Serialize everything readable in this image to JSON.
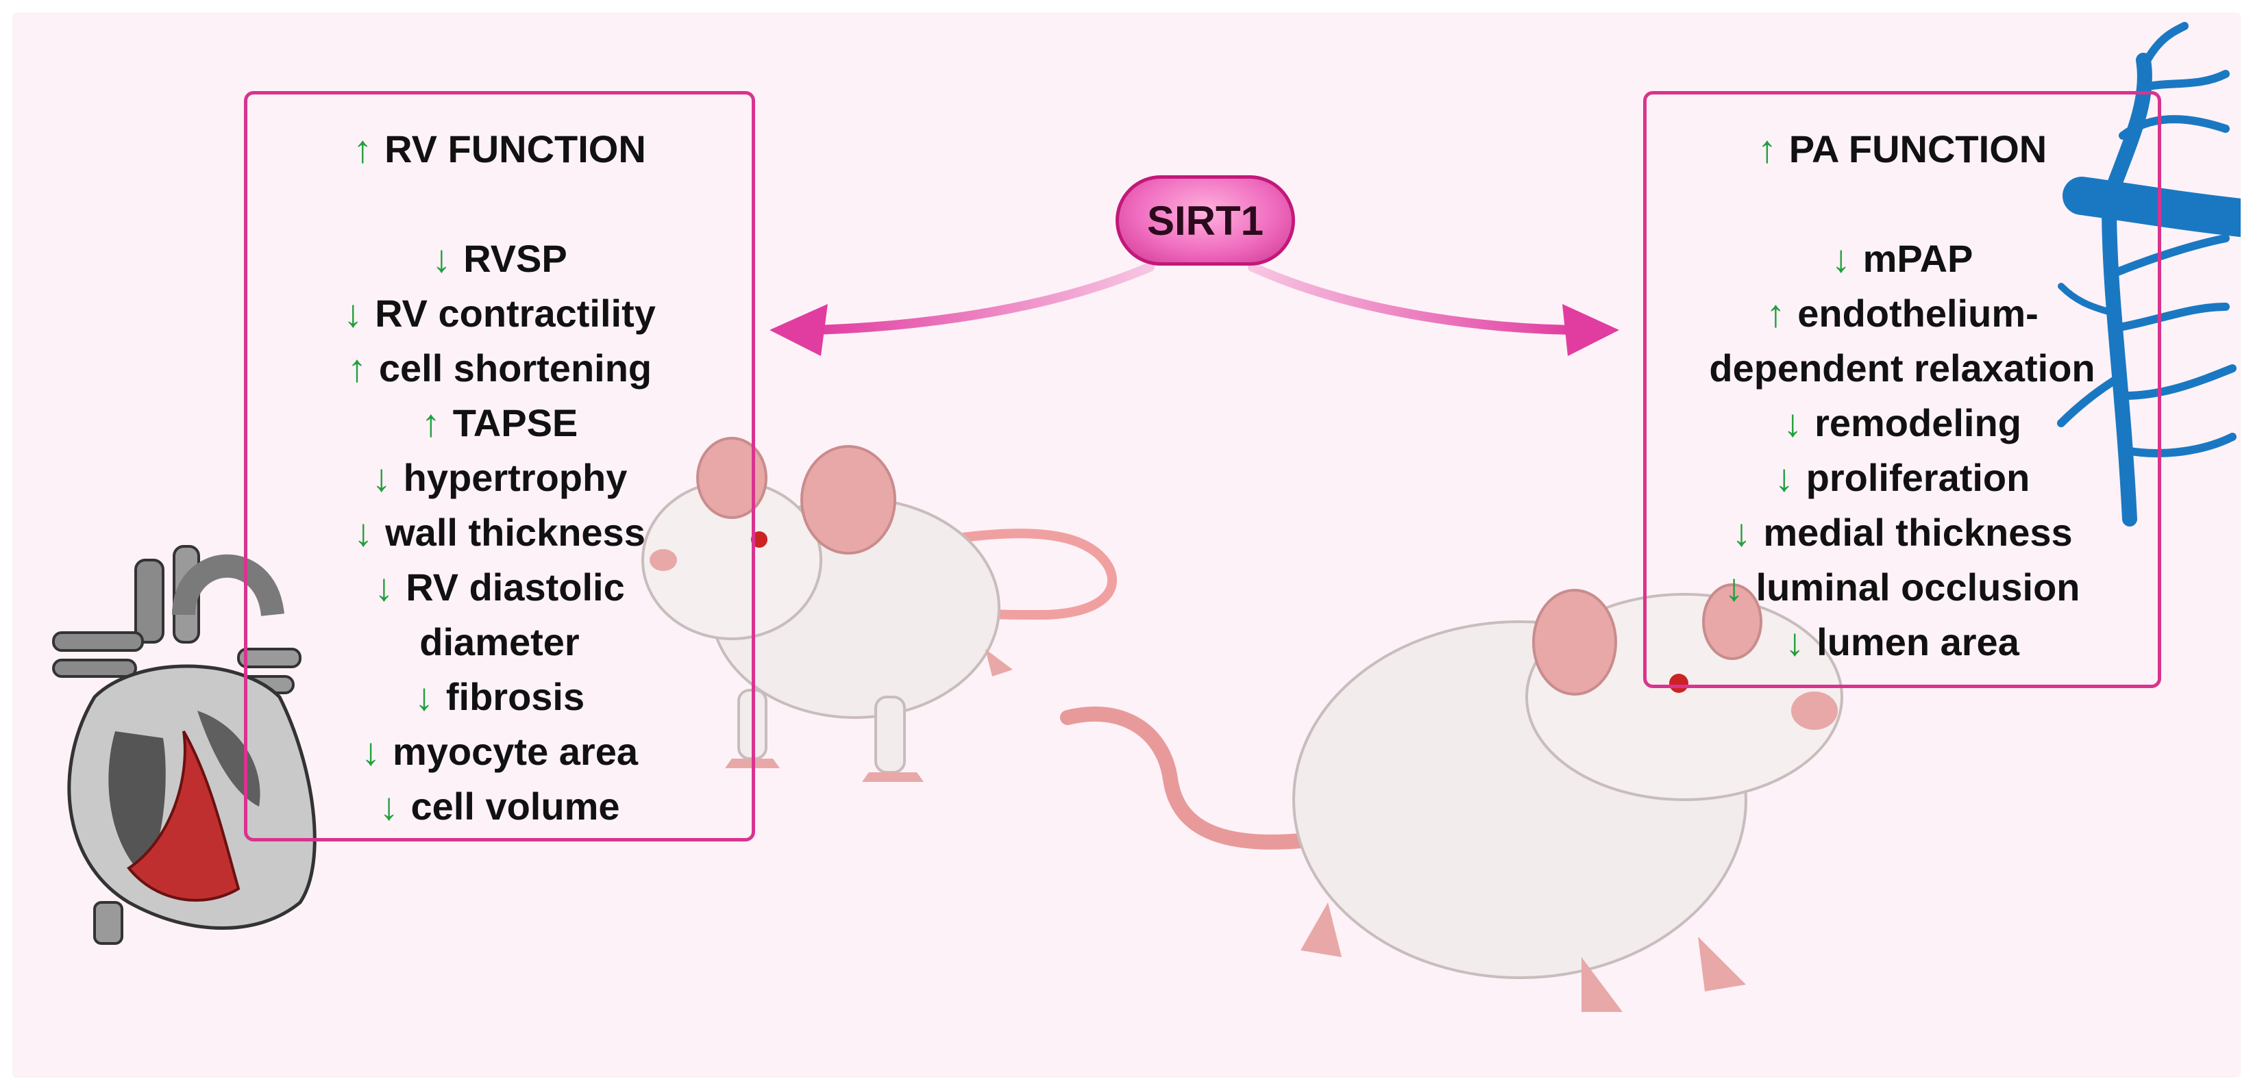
{
  "center_label": "SIRT1",
  "colors": {
    "box_border": "#d9338f",
    "arrow_magenta": "#e13ca0",
    "up_down_arrows": "#1fa03a",
    "vessel_blue": "#1a78c2",
    "background": "#fdf2f8"
  },
  "rv_panel": {
    "heading": {
      "dir": "↑",
      "text": "RV FUNCTION"
    },
    "items": [
      {
        "dir": "↓",
        "text": "RVSP"
      },
      {
        "dir": "↓",
        "text": "RV contractility"
      },
      {
        "dir": "↑",
        "text": "cell shortening"
      },
      {
        "dir": "↑",
        "text": "TAPSE"
      },
      {
        "dir": "↓",
        "text": "hypertrophy"
      },
      {
        "dir": "↓",
        "text": "wall thickness"
      },
      {
        "dir": "↓",
        "text": "RV diastolic"
      },
      {
        "dir": "",
        "text": "diameter"
      },
      {
        "dir": "↓",
        "text": "fibrosis"
      },
      {
        "dir": "↓",
        "text": "myocyte area"
      },
      {
        "dir": "↓",
        "text": "cell volume"
      }
    ]
  },
  "pa_panel": {
    "heading": {
      "dir": "↑",
      "text": "PA FUNCTION"
    },
    "items": [
      {
        "dir": "↓",
        "text": "mPAP"
      },
      {
        "dir": "↑",
        "text": "endothelium-"
      },
      {
        "dir": "",
        "text": "dependent relaxation"
      },
      {
        "dir": "↓",
        "text": "remodeling"
      },
      {
        "dir": "↓",
        "text": "proliferation"
      },
      {
        "dir": "↓",
        "text": "medial thickness"
      },
      {
        "dir": "↓",
        "text": "luminal occlusion"
      },
      {
        "dir": "↓",
        "text": "lumen area"
      }
    ]
  },
  "icons": [
    "heart-illustration",
    "mouse-illustration",
    "rat-illustration",
    "pulmonary-artery-illustration"
  ]
}
